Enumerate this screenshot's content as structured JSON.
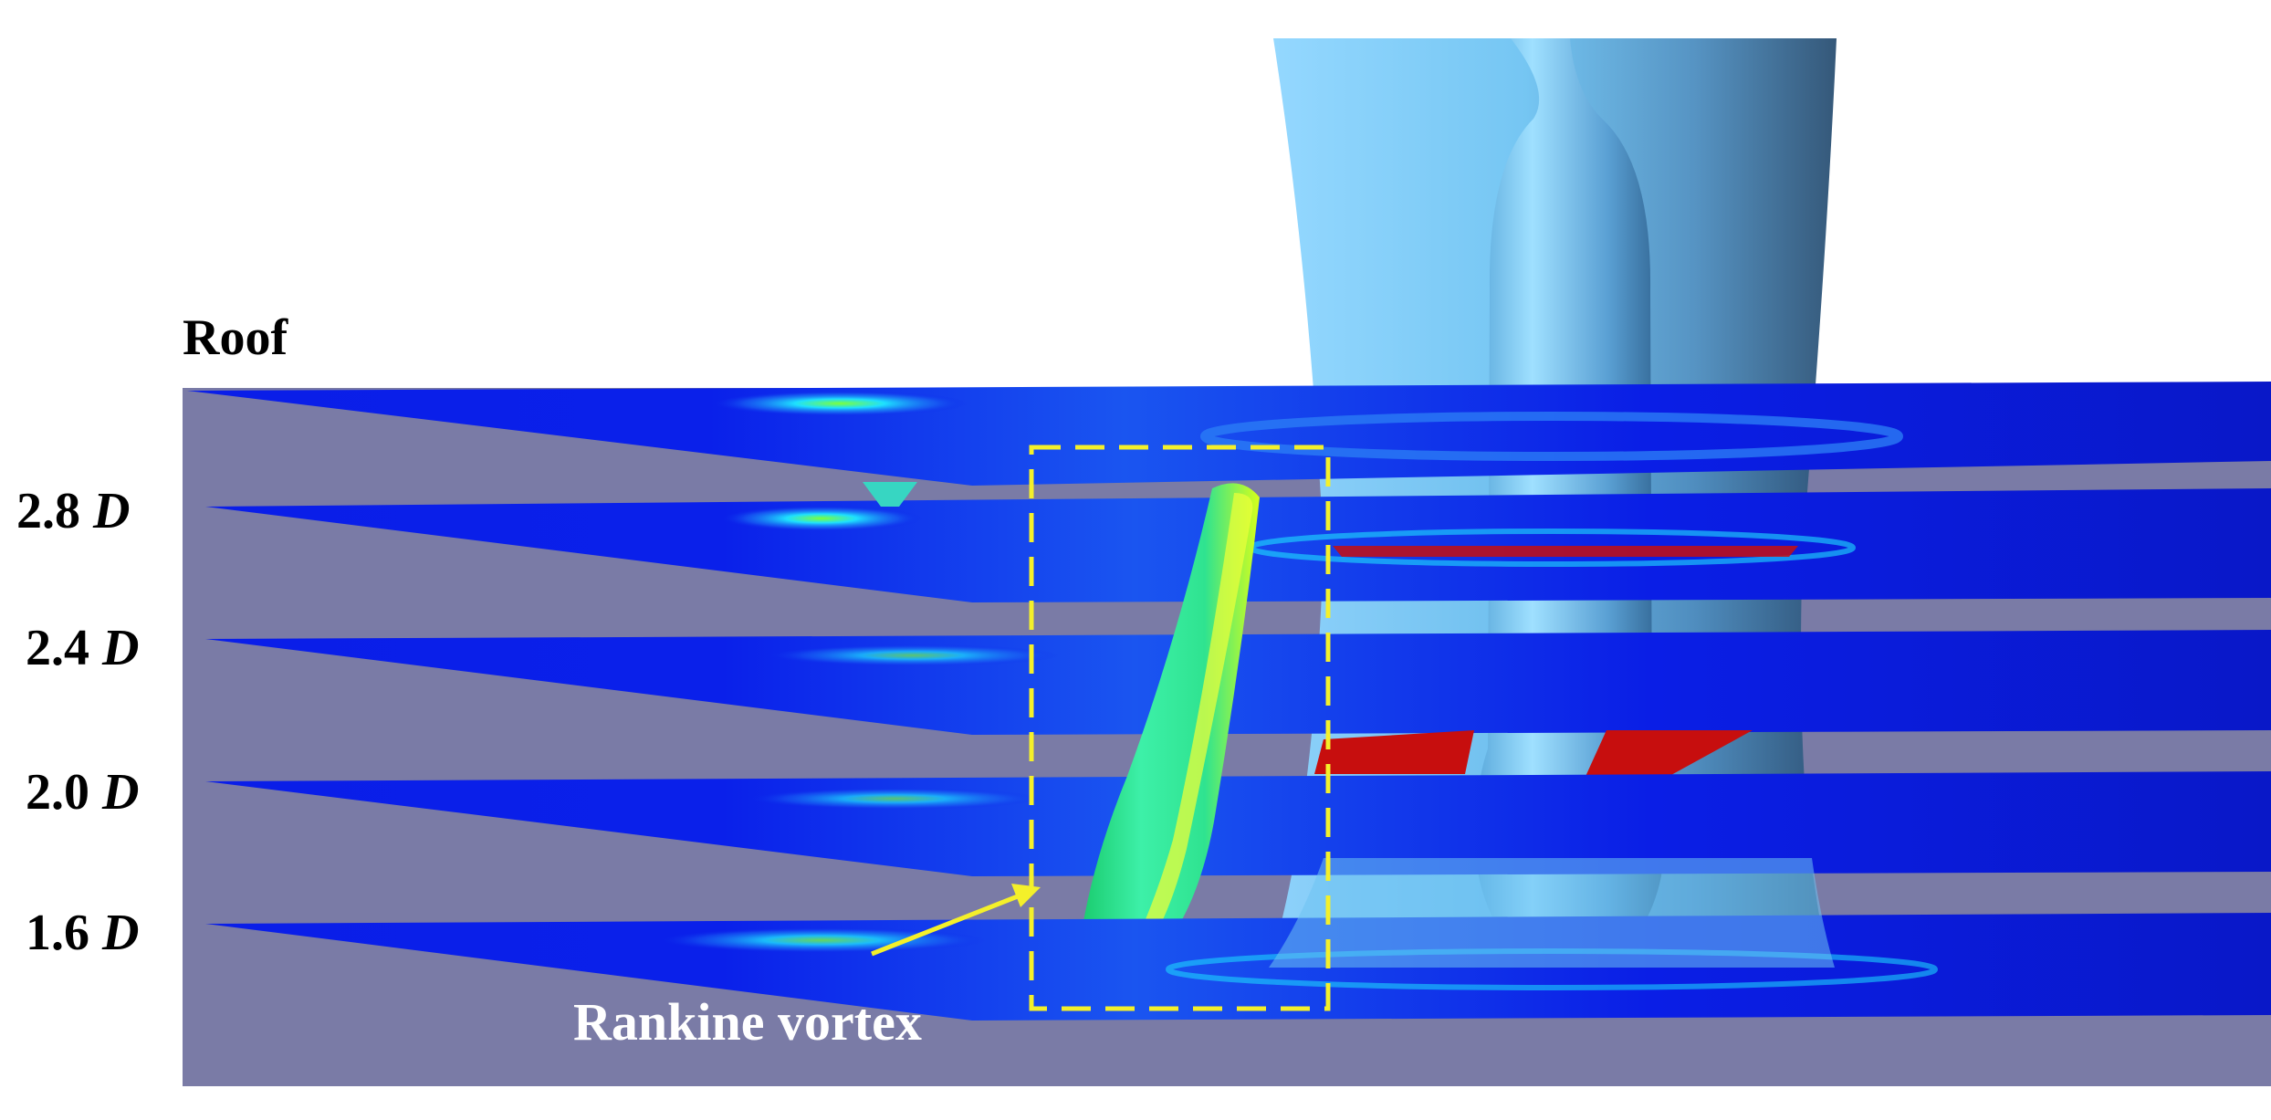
{
  "labels": {
    "roof": "Roof",
    "levels": [
      {
        "value": "2.8",
        "unit": "D"
      },
      {
        "value": "2.4",
        "unit": "D"
      },
      {
        "value": "2.0",
        "unit": "D"
      },
      {
        "value": "1.6",
        "unit": "D"
      }
    ],
    "annotation": "Rankine vortex"
  },
  "colors": {
    "background_wall": "#7a7ba6",
    "slice_low": "#0a17e6",
    "slice_mid": "#1ec8ff",
    "slice_high": "#7cff3a",
    "vortex_core": "#2fe3a0",
    "vortex_edge": "#d7ff1a",
    "structure": "#6ec3f2",
    "structure_dark": "#2a4f72",
    "high_velocity": "#d40d0d",
    "highlight_box": "#f4f02a",
    "arrow": "#f4f02a",
    "annotation_text": "#ffffff"
  }
}
